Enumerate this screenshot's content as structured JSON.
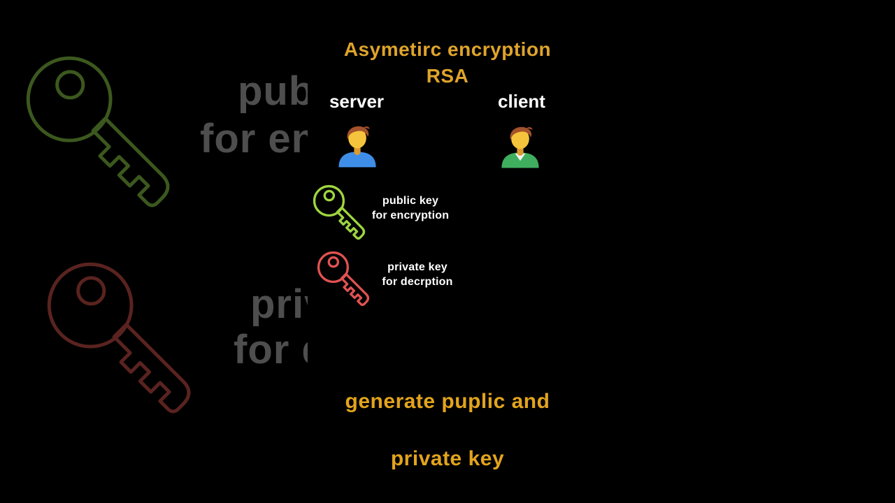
{
  "title": {
    "line1": "Asymetirc encryption",
    "line2": "RSA"
  },
  "parties": {
    "server": "server",
    "client": "client"
  },
  "key_legend": {
    "public": {
      "line1": "public key",
      "line2": "for encryption"
    },
    "private": {
      "line1": "private key",
      "line2": "for decrption"
    }
  },
  "footer": {
    "line1": "generate puplic and",
    "line2": "private key"
  },
  "backdrop": {
    "fragments": {
      "pub1": "pub",
      "pub2": "for en",
      "priv1": "priv",
      "priv2": "for d"
    }
  },
  "icons": {
    "server_avatar": "person-icon",
    "client_avatar": "person-icon",
    "public_key": "key-icon",
    "private_key": "key-icon"
  },
  "colors": {
    "background": "#000000",
    "title_gold": "#DFA42B",
    "footer_gold": "#E2A41C",
    "label_white": "#FFFFFF",
    "public_key_green": "#9ED63F",
    "private_key_red": "#E05252",
    "backdrop_gray_text": "#4E4E4E",
    "backdrop_green": "#3C581E",
    "backdrop_red": "#5A231F"
  }
}
